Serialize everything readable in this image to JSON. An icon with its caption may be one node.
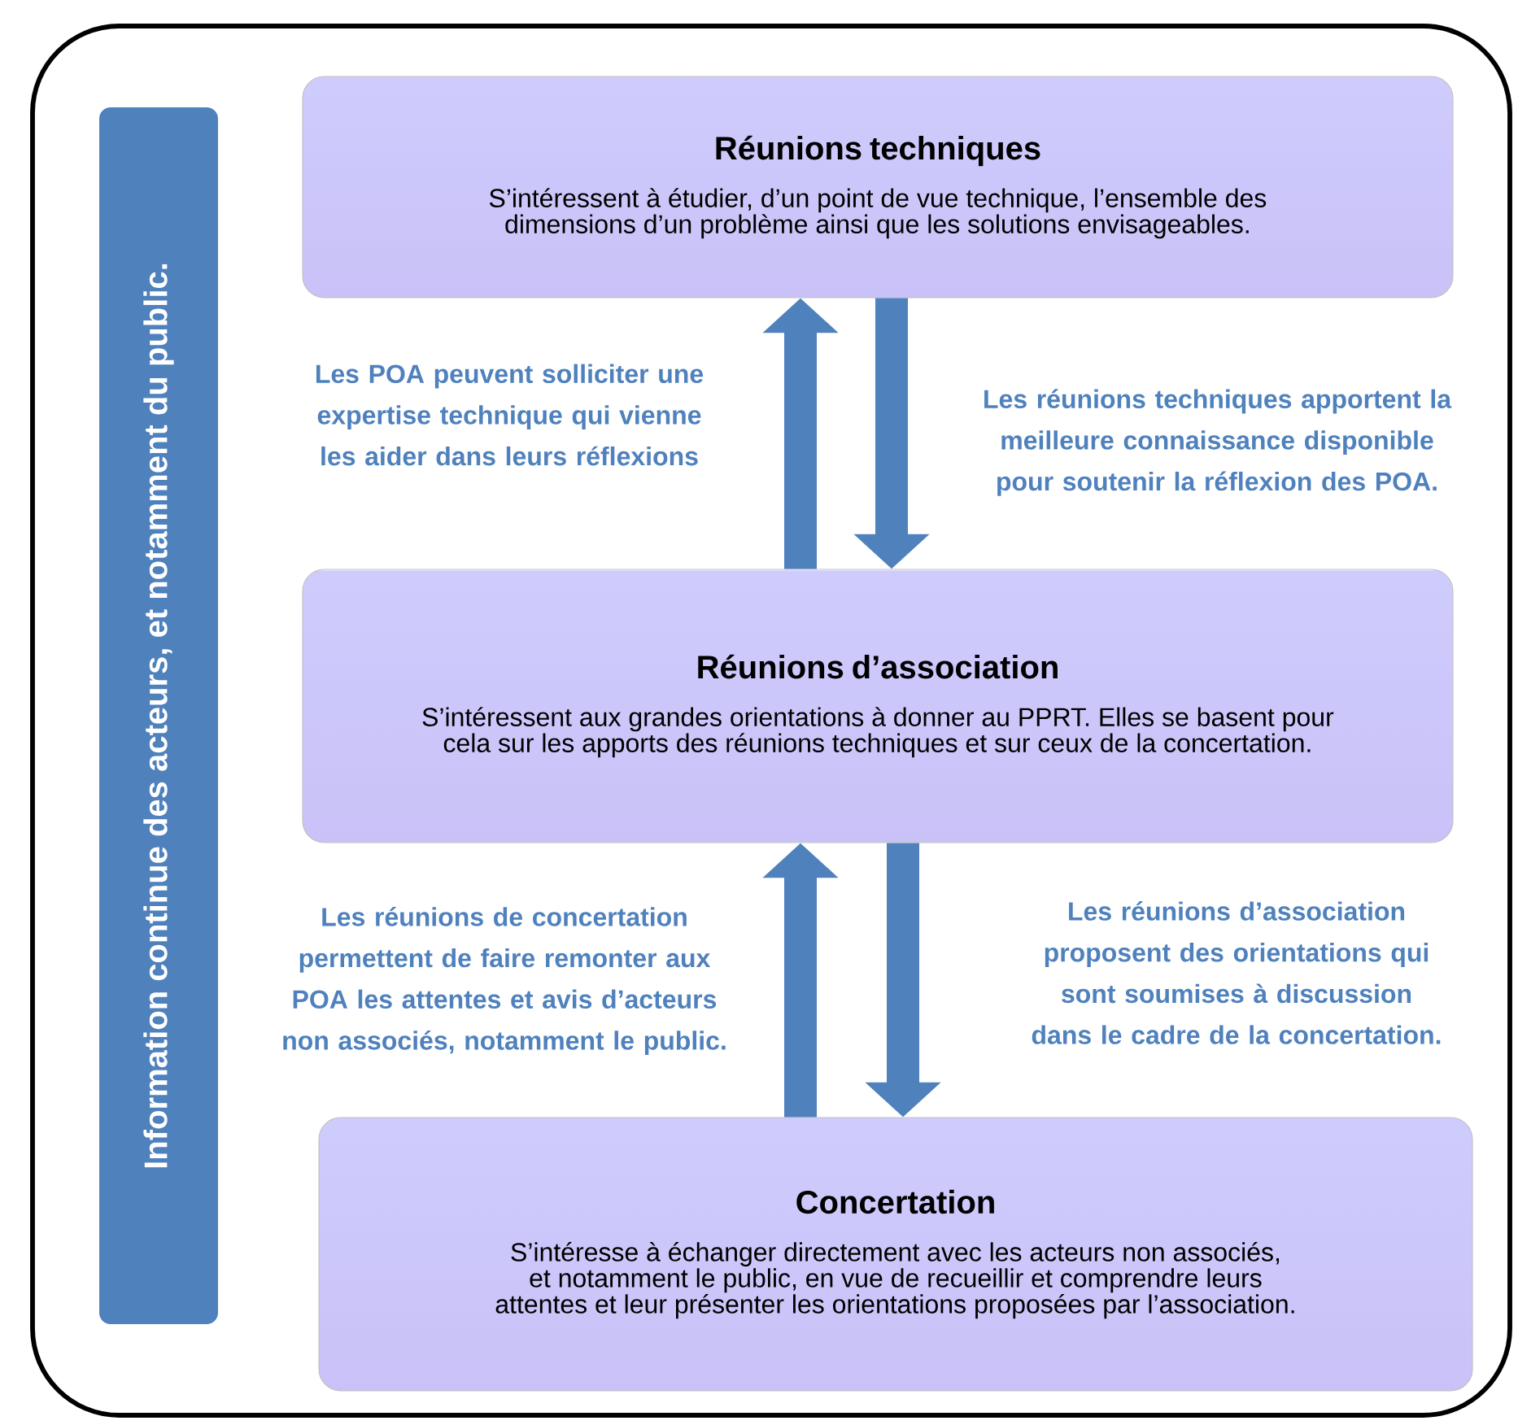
{
  "diagram": {
    "nodes": [
      {
        "text": [
          "Information continue des acteurs, et notamment du public."
        ]
      },
      {
        "text": [
          "Réunions techniques",
          "S’intéressent à étudier, d’un point de vue technique, l’ensemble des dimensions d’un problème ainsi que les solutions envisageables."
        ]
      },
      {
        "text": [
          "Réunions d’association",
          "S’intéressent aux grandes orientations à donner au PPRT. Elles se basent pour cela sur les apports des réunions techniques et sur ceux de la concertation."
        ]
      },
      {
        "text": [
          "Concertation",
          "S’intéresse à échanger directement avec les acteurs non associés, et notamment le public, en vue de recueillir et comprendre leurs attentes et leur présenter les orientations proposées par l’association."
        ]
      }
    ],
    "edges": [
      {
        "from": 2,
        "to": 1,
        "arrow": "to",
        "label": "Les POA peuvent solliciter une expertise technique qui vienne les aider dans leurs réflexions"
      },
      {
        "from": 1,
        "to": 2,
        "arrow": "to",
        "label": "Les réunions techniques apportent la meilleure connaissance disponible pour soutenir la réflexion des POA."
      },
      {
        "from": 3,
        "to": 2,
        "arrow": "to",
        "label": "Les réunions de concertation permettent de faire remonter aux POA les attentes et avis d’acteurs non associés, notamment le public."
      },
      {
        "from": 2,
        "to": 3,
        "arrow": "to",
        "label": "Les réunions d’association proposent des orientations qui sont soumises à discussion dans le cadre de la concertation."
      }
    ]
  }
}
